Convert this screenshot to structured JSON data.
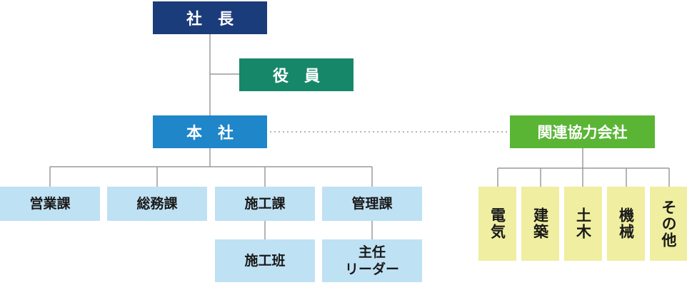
{
  "chart": {
    "president": "社長",
    "officers": "役員",
    "head_office": "本社",
    "affiliates": "関連協力会社",
    "departments": [
      "営業課",
      "総務課",
      "施工課",
      "管理課"
    ],
    "sub_units": {
      "construction_team": "施工班",
      "chief_leader_line1": "主任",
      "chief_leader_line2": "リーダー"
    },
    "affiliate_types": [
      "電気",
      "建築",
      "土木",
      "機械",
      "その他"
    ]
  },
  "colors": {
    "navy": "#1b3c7a",
    "teal": "#17876a",
    "blue": "#1e86c9",
    "green": "#5ab535",
    "light_blue": "#bfe1f4",
    "light_yellow": "#f0eea0",
    "line": "#9a9a9a"
  }
}
